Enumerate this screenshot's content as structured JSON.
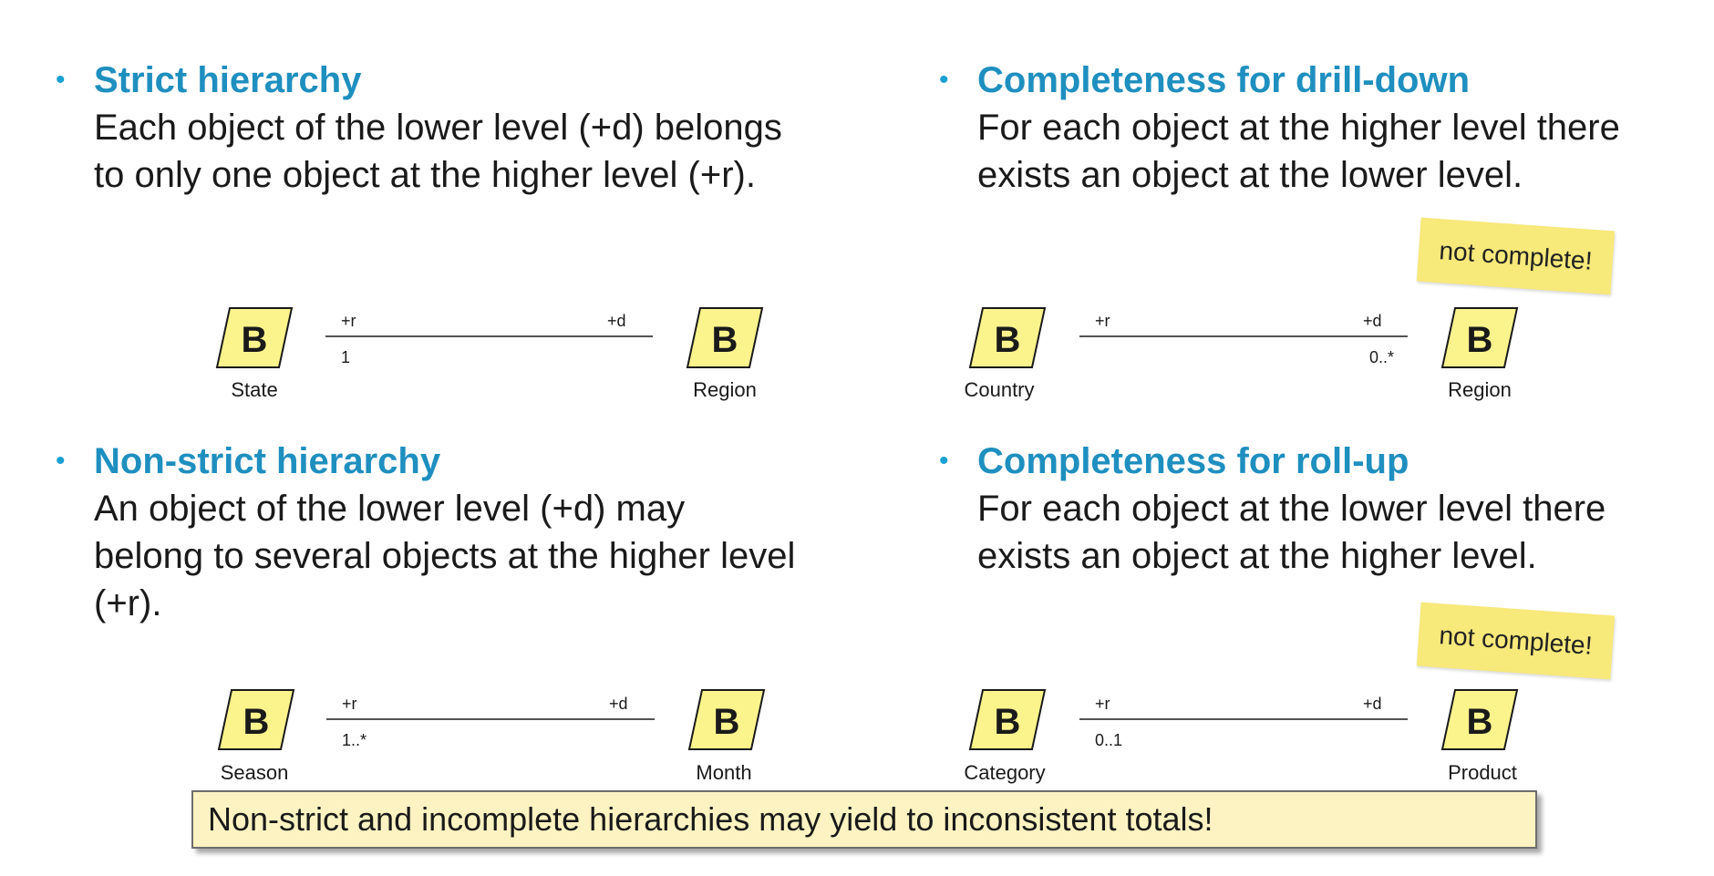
{
  "sections": [
    {
      "bullet": "•",
      "heading": "Strict hierarchy",
      "lines": [
        "Each object of the lower level (+d) belongs",
        "to only one object at the higher level (+r)."
      ]
    },
    {
      "bullet": "•",
      "heading": "Completeness for drill-down",
      "lines": [
        "For each object at the higher level there",
        "exists an object at the lower level."
      ]
    },
    {
      "bullet": "•",
      "heading": "Non-strict hierarchy",
      "lines": [
        "An object of the lower level (+d) may",
        "belong to several objects at the higher level",
        "(+r)."
      ]
    },
    {
      "bullet": "•",
      "heading": "Completeness for roll-up",
      "lines": [
        "For each object at the lower level there",
        "exists an object at the higher level."
      ]
    }
  ],
  "diagrams": [
    {
      "left": {
        "badge": "B",
        "label": "State"
      },
      "right": {
        "badge": "B",
        "label": "Region"
      },
      "role_left": "+r",
      "role_right": "+d",
      "mult_left": "1",
      "mult_right": ""
    },
    {
      "left": {
        "badge": "B",
        "label": "Country"
      },
      "right": {
        "badge": "B",
        "label": "Region"
      },
      "role_left": "+r",
      "role_right": "+d",
      "mult_left": "",
      "mult_right": "0..*"
    },
    {
      "left": {
        "badge": "B",
        "label": "Season"
      },
      "right": {
        "badge": "B",
        "label": "Month"
      },
      "role_left": "+r",
      "role_right": "+d",
      "mult_left": "1..*",
      "mult_right": ""
    },
    {
      "left": {
        "badge": "B",
        "label": "Category"
      },
      "right": {
        "badge": "B",
        "label": "Product"
      },
      "role_left": "+r",
      "role_right": "+d",
      "mult_left": "0..1",
      "mult_right": ""
    }
  ],
  "notes": [
    "not complete!",
    "not complete!"
  ],
  "callout": "Non-strict and incomplete hierarchies may yield to inconsistent totals!",
  "colors": {
    "heading": "#1e8fbf",
    "bullet": "#1aa0d2",
    "badge_fill": "#fbf48c",
    "note_fill": "#f7e97a",
    "callout_fill": "#fdf3c2"
  }
}
